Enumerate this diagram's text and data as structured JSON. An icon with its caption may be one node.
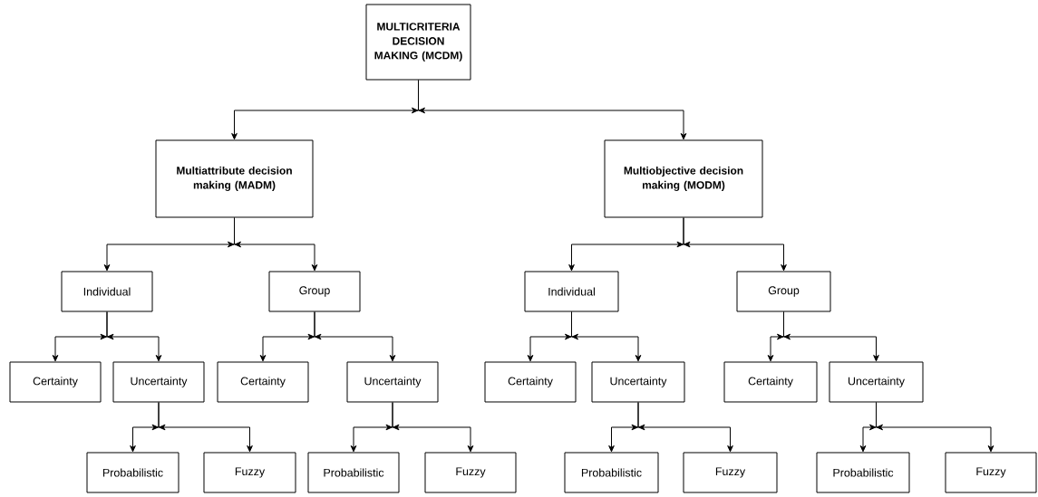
{
  "diagram": {
    "nodes": [
      {
        "text": [
          "MULTICRITERIA DECISION MAKING (MCDM)"
        ]
      },
      {
        "text": [
          "Multiattribute decision making (MADM)"
        ]
      },
      {
        "text": [
          "Multiobjective decision making (MODM)"
        ]
      },
      {
        "text": [
          "Individual"
        ]
      },
      {
        "text": [
          "Group"
        ]
      },
      {
        "text": [
          "Individual"
        ]
      },
      {
        "text": [
          "Group"
        ]
      },
      {
        "text": [
          "Certainty"
        ]
      },
      {
        "text": [
          "Uncertainty"
        ]
      },
      {
        "text": [
          "Certainty"
        ]
      },
      {
        "text": [
          "Uncertainty"
        ]
      },
      {
        "text": [
          "Certainty"
        ]
      },
      {
        "text": [
          "Uncertainty"
        ]
      },
      {
        "text": [
          "Certainty"
        ]
      },
      {
        "text": [
          "Uncertainty"
        ]
      },
      {
        "text": [
          "Probabilistic"
        ]
      },
      {
        "text": [
          "Fuzzy"
        ]
      },
      {
        "text": [
          "Probabilistic"
        ]
      },
      {
        "text": [
          "Fuzzy"
        ]
      },
      {
        "text": [
          "Probabilistic"
        ]
      },
      {
        "text": [
          "Fuzzy"
        ]
      },
      {
        "text": [
          "Probabilistic"
        ]
      },
      {
        "text": [
          "Fuzzy"
        ]
      }
    ],
    "edges": [
      {
        "from": 0,
        "to": 1,
        "arrow": "to"
      },
      {
        "from": 0,
        "to": 2,
        "arrow": "to"
      },
      {
        "from": 1,
        "to": 3,
        "arrow": "to"
      },
      {
        "from": 1,
        "to": 4,
        "arrow": "to"
      },
      {
        "from": 2,
        "to": 5,
        "arrow": "to"
      },
      {
        "from": 2,
        "to": 6,
        "arrow": "to"
      },
      {
        "from": 3,
        "to": 7,
        "arrow": "to"
      },
      {
        "from": 3,
        "to": 8,
        "arrow": "to"
      },
      {
        "from": 4,
        "to": 9,
        "arrow": "to"
      },
      {
        "from": 4,
        "to": 10,
        "arrow": "to"
      },
      {
        "from": 5,
        "to": 11,
        "arrow": "to"
      },
      {
        "from": 5,
        "to": 12,
        "arrow": "to"
      },
      {
        "from": 6,
        "to": 13,
        "arrow": "to"
      },
      {
        "from": 6,
        "to": 14,
        "arrow": "to"
      },
      {
        "from": 8,
        "to": 15,
        "arrow": "to"
      },
      {
        "from": 8,
        "to": 16,
        "arrow": "to"
      },
      {
        "from": 10,
        "to": 17,
        "arrow": "to"
      },
      {
        "from": 10,
        "to": 18,
        "arrow": "to"
      },
      {
        "from": 12,
        "to": 19,
        "arrow": "to"
      },
      {
        "from": 12,
        "to": 20,
        "arrow": "to"
      },
      {
        "from": 14,
        "to": 21,
        "arrow": "to"
      },
      {
        "from": 14,
        "to": 22,
        "arrow": "to"
      }
    ]
  }
}
